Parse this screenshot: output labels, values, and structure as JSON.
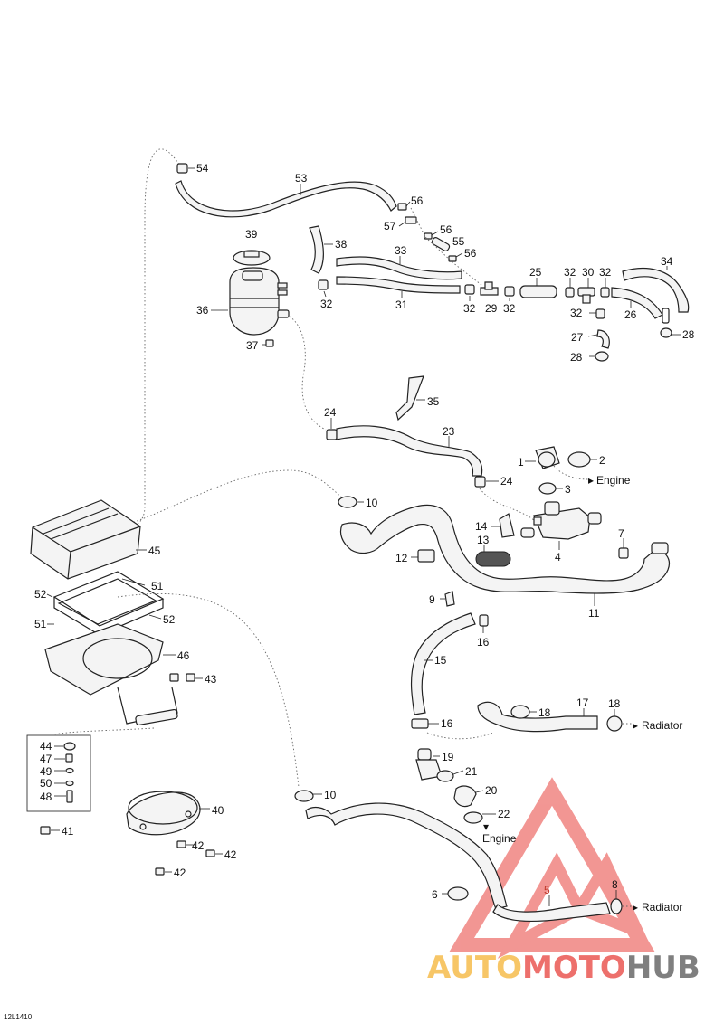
{
  "drawing_code": "12L1410",
  "destinations": {
    "engine_top": "Engine",
    "engine_bottom": "Engine",
    "radiator_upper": "Radiator",
    "radiator_lower": "Radiator"
  },
  "callouts": {
    "c1": "1",
    "c2": "2",
    "c3": "3",
    "c4": "4",
    "c5": "5",
    "c6": "6",
    "c7": "7",
    "c8": "8",
    "c9": "9",
    "c10a": "10",
    "c10b": "10",
    "c11": "11",
    "c12": "12",
    "c13": "13",
    "c14": "14",
    "c15": "15",
    "c16a": "16",
    "c16b": "16",
    "c17": "17",
    "c18a": "18",
    "c18b": "18",
    "c19": "19",
    "c20": "20",
    "c21": "21",
    "c22": "22",
    "c23": "23",
    "c24a": "24",
    "c24b": "24",
    "c25": "25",
    "c26": "26",
    "c27": "27",
    "c28a": "28",
    "c28b": "28",
    "c29": "29",
    "c30": "30",
    "c31": "31",
    "c32a": "32",
    "c32b": "32",
    "c32c": "32",
    "c32d": "32",
    "c32e": "32",
    "c32f": "32",
    "c33": "33",
    "c34": "34",
    "c35": "35",
    "c36": "36",
    "c37": "37",
    "c38": "38",
    "c39": "39",
    "c40": "40",
    "c41": "41",
    "c42a": "42",
    "c42b": "42",
    "c42c": "42",
    "c43": "43",
    "c44": "44",
    "c45": "45",
    "c46": "46",
    "c47": "47",
    "c48": "48",
    "c49": "49",
    "c50": "50",
    "c51a": "51",
    "c51b": "51",
    "c52a": "52",
    "c52b": "52",
    "c53": "53",
    "c54": "54",
    "c55": "55",
    "c56a": "56",
    "c56b": "56",
    "c56c": "56",
    "c57": "57"
  },
  "watermark": {
    "part1": "AUTO",
    "part2": "MOTO",
    "part3": "HUB",
    "colors": {
      "triangle": "#e8413c",
      "auto": "#f5b335",
      "moto": "#e8413c",
      "hub": "#555555"
    }
  }
}
